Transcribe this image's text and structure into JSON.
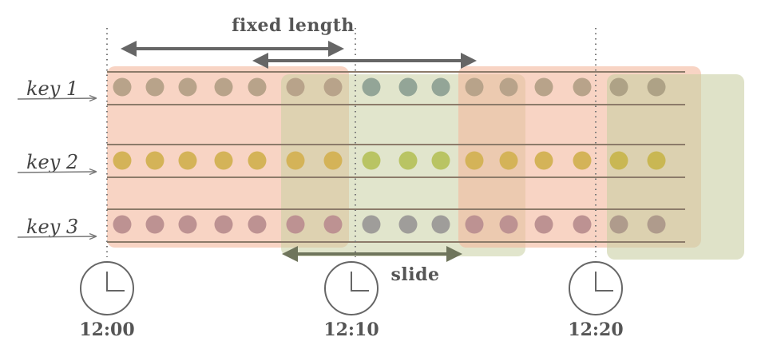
{
  "labels": {
    "fixed_length": "fixed length",
    "slide": "slide"
  },
  "keys": [
    "key 1",
    "key 2",
    "key 3"
  ],
  "times": [
    "12:00",
    "12:10",
    "12:20"
  ],
  "colors": {
    "window_pink": "#f4b89c",
    "window_green": "#c9cfa3",
    "window_overlap": "#d4b48a",
    "line": "#8c7b6a",
    "arrow_dark": "#666666",
    "arrow_slide": "#6f755c",
    "dot_key1": [
      "#b8a38a",
      "#aea286",
      "#93a597"
    ],
    "dot_key2": [
      "#d4b358",
      "#c9b753",
      "#b9c463"
    ],
    "dot_key3": [
      "#bd9292",
      "#af9b8c",
      "#9f9d9a"
    ]
  }
}
